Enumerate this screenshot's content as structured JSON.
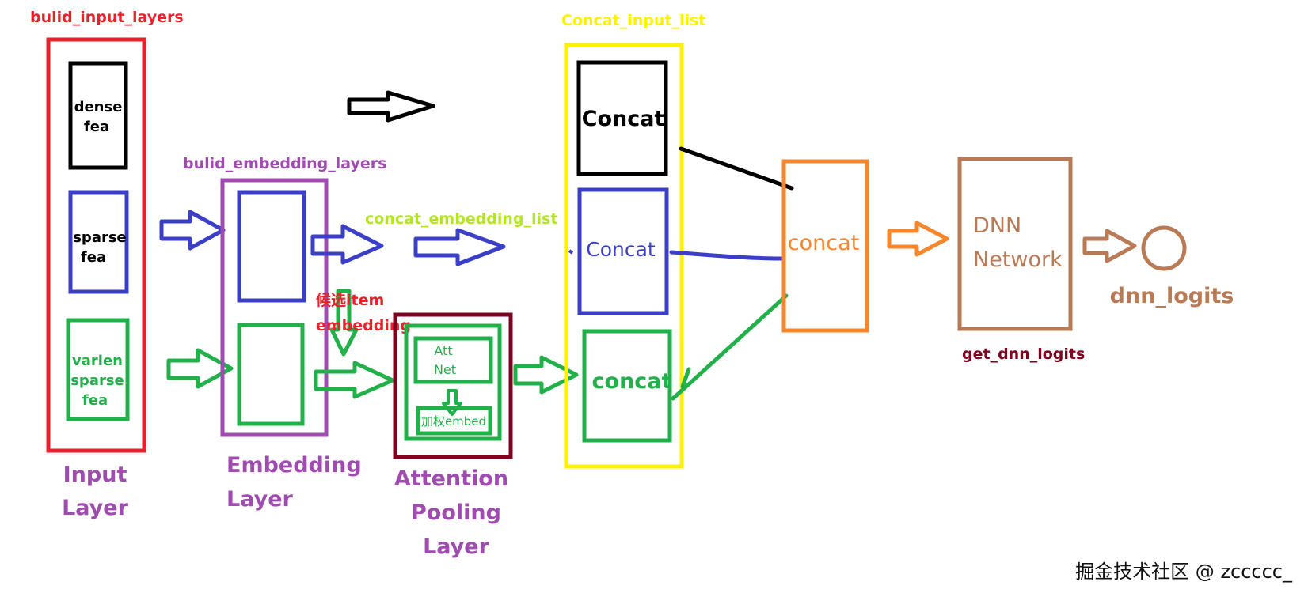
{
  "labels": {
    "build_input_layers": "bulid_input_layers",
    "build_embedding_layers": "bulid_embedding_layers",
    "concat_embedding_list": "concat_embedding_list",
    "concat_input_list": "Concat_input_list",
    "get_dnn_logits": "get_dnn_logits",
    "candidate_item_line1": "候选item",
    "candidate_item_line2": "embedding",
    "dnn_logits": "dnn_logits"
  },
  "input_layer": {
    "dense_line1": "dense",
    "dense_line2": "fea",
    "sparse_line1": "sparse",
    "sparse_line2": "fea",
    "varlen_line1": "varlen",
    "varlen_line2": "sparse",
    "varlen_line3": "fea",
    "caption_line1": "Input",
    "caption_line2": "Layer"
  },
  "embedding_layer": {
    "caption_line1": "Embedding",
    "caption_line2": "Layer"
  },
  "attention_layer": {
    "att_line1": "Att",
    "att_line2": "Net",
    "weighted": "加权embed",
    "caption_line1": "Attention",
    "caption_line2": "Pooling",
    "caption_line3": "Layer"
  },
  "concat_layer": {
    "concat_black": "Concat",
    "concat_blue": "Concat",
    "concat_green": "concat"
  },
  "merge": {
    "concat": "concat"
  },
  "dnn": {
    "line1": "DNN",
    "line2": "Network"
  },
  "watermark": "掘金技术社区 @ zccccc_",
  "colors": {
    "red": "#e8212b",
    "black": "#000000",
    "blue": "#3b3fc8",
    "green": "#22b04a",
    "purple": "#a04bb0",
    "dark_red": "#800020",
    "yellow": "#fff200",
    "lime": "#b5e61d",
    "orange": "#f7862c",
    "brown": "#b97a56"
  }
}
